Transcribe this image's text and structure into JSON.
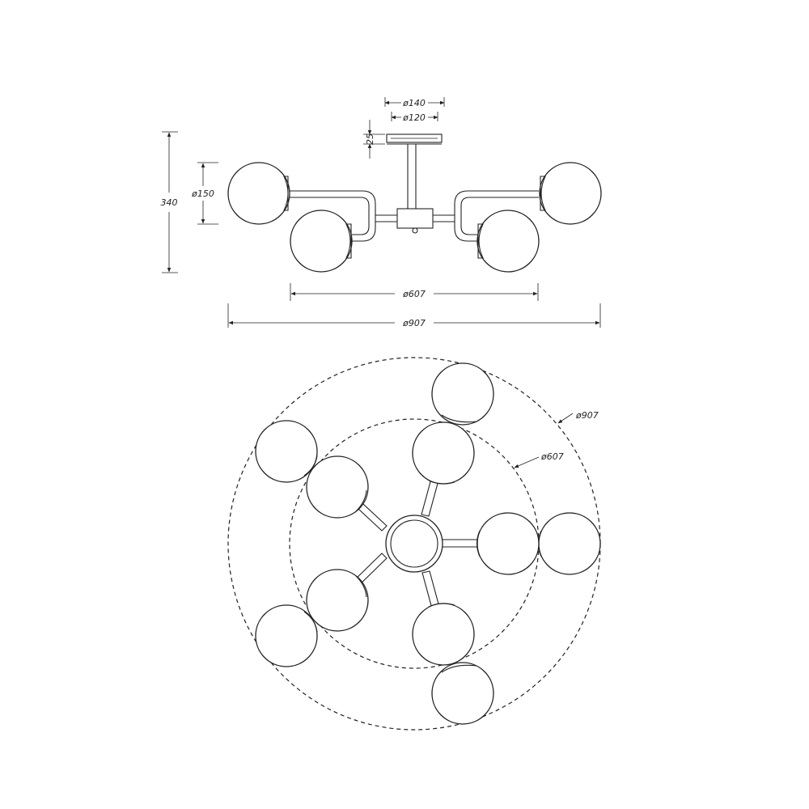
{
  "dimensions": {
    "canopy_outer": "ø140",
    "canopy_inner": "ø120",
    "canopy_height": "25",
    "total_height": "340",
    "globe_diameter": "ø150",
    "inner_span": "ø607",
    "outer_span": "ø907",
    "plan_outer_circle": "ø907",
    "plan_inner_circle": "ø607"
  },
  "colors": {
    "line": "#222222",
    "background": "#ffffff"
  }
}
